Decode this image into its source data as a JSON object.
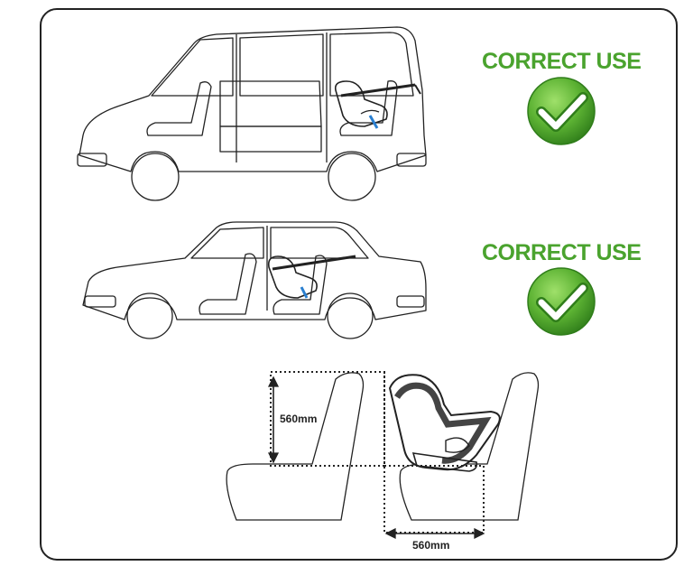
{
  "panels": [
    {
      "label": "CORRECT USE",
      "vehicle": "minivan-icon"
    },
    {
      "label": "CORRECT USE",
      "vehicle": "sedan-icon"
    }
  ],
  "dimensions": {
    "height_label": "560mm",
    "depth_label": "560mm"
  },
  "colors": {
    "accent_green": "#4aa32e",
    "check_badge": "#5cb233",
    "seat_belt_blue": "#2a7fd0"
  }
}
